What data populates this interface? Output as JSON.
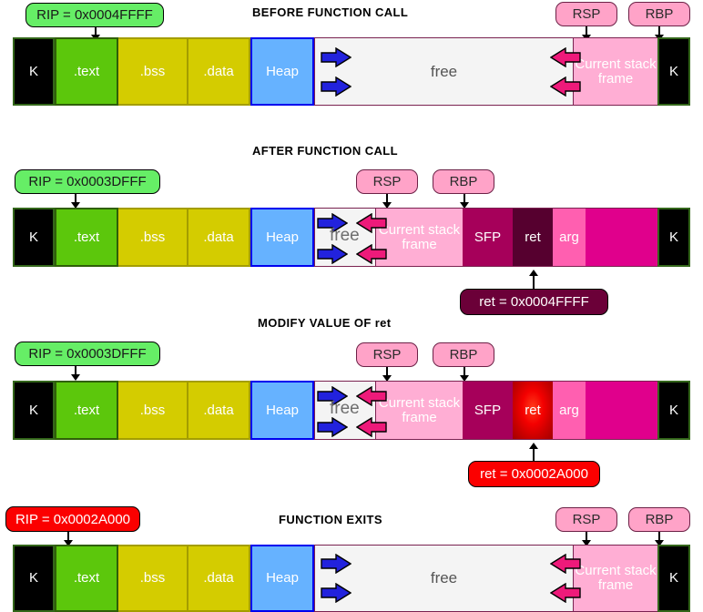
{
  "diagram": {
    "title": "Stack smashing / return-address overwrite memory layout",
    "palette": {
      "kernel": "#000000",
      "text_segment": "#5cc70c",
      "bss_data": "#d4cc00",
      "heap": "#66b2ff",
      "free": "#f4f4f4",
      "current_stack_frame": "#ffaed4",
      "sfp": "#a6005a",
      "ret": "#56002f",
      "ret_modified": "#f40000",
      "arg": "#ff5fb0",
      "stack_remainder": "#e0008c",
      "register_chip": "#ffa3c8",
      "rip_chip": "#66ee66",
      "rip_chip_alert": "#fb0000",
      "growth_arrow_heap": "#2222dd",
      "growth_arrow_stack": "#ee1a7a"
    },
    "labels": {
      "kernel": "K",
      "text": ".text",
      "bss": ".bss",
      "data": ".data",
      "heap": "Heap",
      "free": "free",
      "current_stack_frame": "Current stack frame",
      "sfp": "SFP",
      "ret": "ret",
      "arg": "arg",
      "rsp": "RSP",
      "rbp": "RBP"
    },
    "panels": [
      {
        "id": "before-function-call",
        "title": "BEFORE FUNCTION CALL",
        "rip_label": "RIP = 0x0004FFFF",
        "rip_state": "normal",
        "registers": [
          "RSP",
          "RBP"
        ],
        "ret_callout": null
      },
      {
        "id": "after-function-call",
        "title": "AFTER FUNCTION CALL",
        "rip_label": "RIP = 0x0003DFFF",
        "rip_state": "normal",
        "registers": [
          "RSP",
          "RBP"
        ],
        "ret_callout": "ret = 0x0004FFFF",
        "ret_callout_state": "normal"
      },
      {
        "id": "modify-value-of-ret",
        "title": "MODIFY VALUE OF ret",
        "rip_label": "RIP = 0x0003DFFF",
        "rip_state": "normal",
        "registers": [
          "RSP",
          "RBP"
        ],
        "ret_callout": "ret = 0x0002A000",
        "ret_callout_state": "alert"
      },
      {
        "id": "function-exits",
        "title": "FUNCTION EXITS",
        "rip_label": "RIP = 0x0002A000",
        "rip_state": "alert",
        "registers": [
          "RSP",
          "RBP"
        ],
        "ret_callout": null
      }
    ]
  }
}
